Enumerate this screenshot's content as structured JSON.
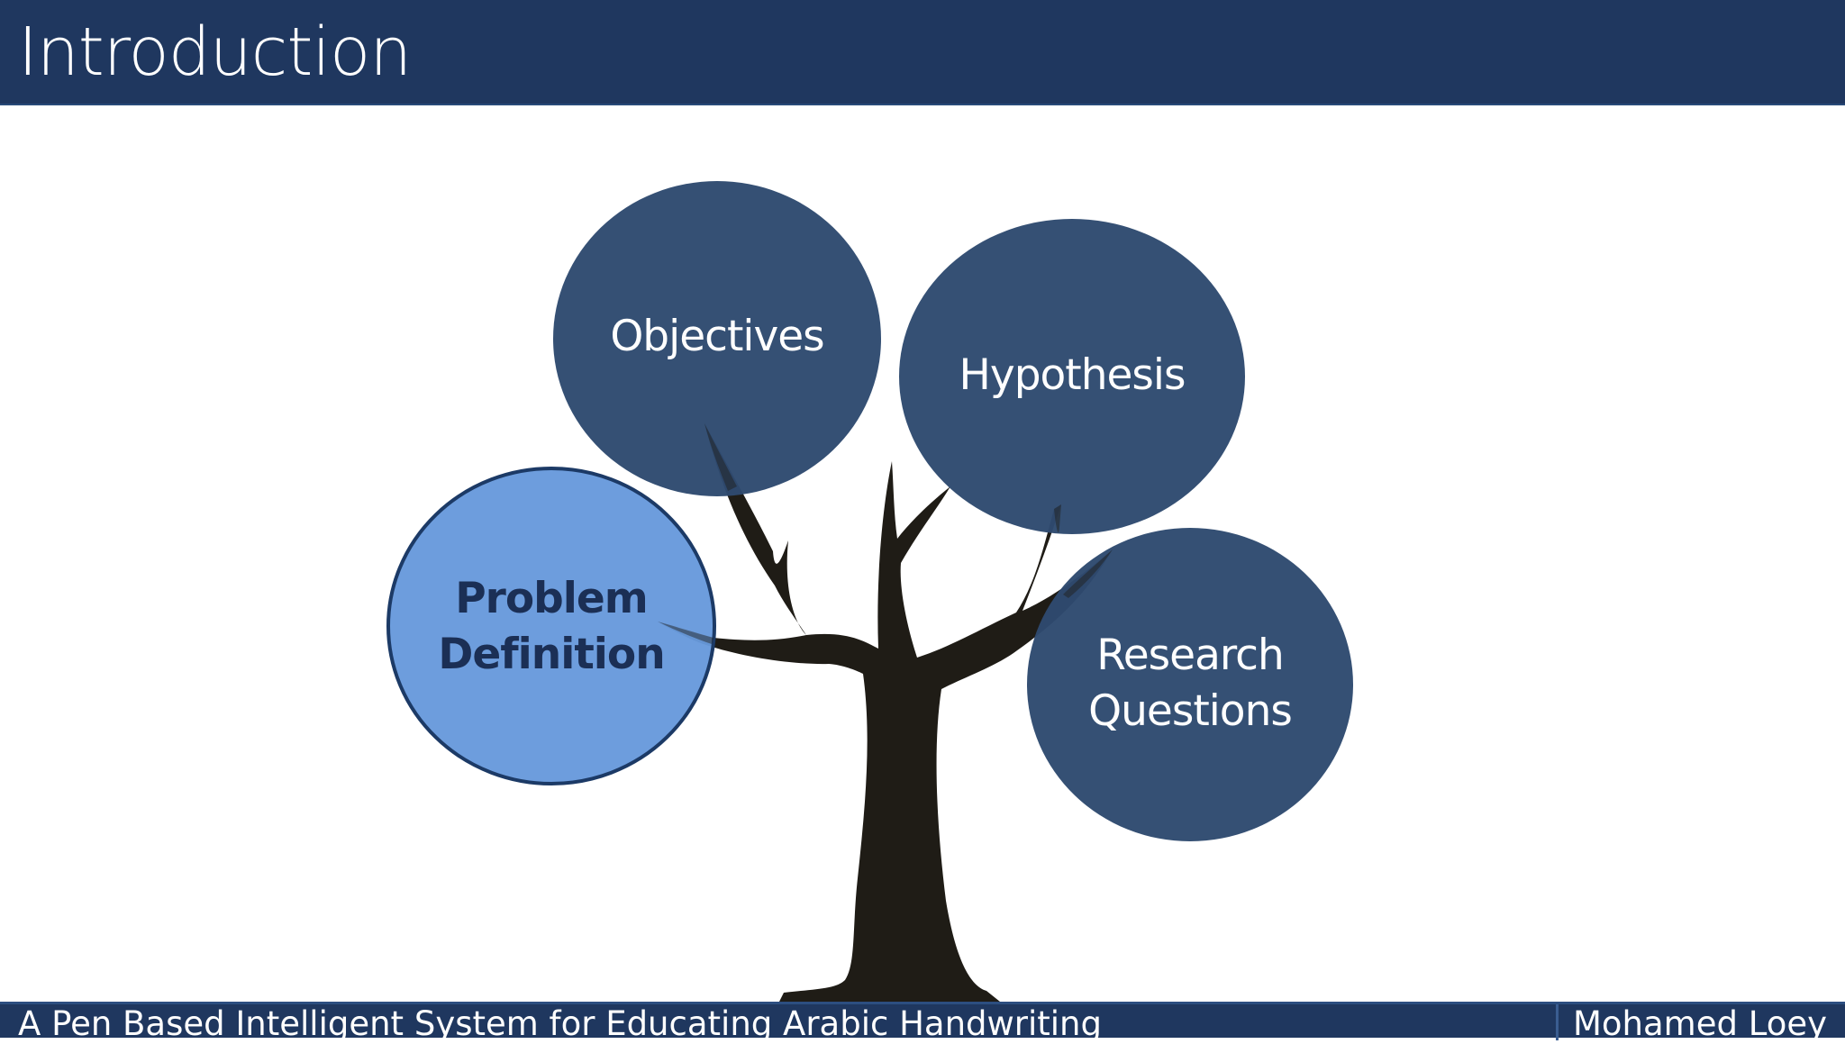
{
  "header": {
    "title": "Introduction"
  },
  "diagram": {
    "nodes": [
      {
        "id": "objectives",
        "label": "Objectives"
      },
      {
        "id": "hypothesis",
        "label": "Hypothesis"
      },
      {
        "id": "problem",
        "label_line1": "Problem",
        "label_line2": "Definition"
      },
      {
        "id": "research",
        "label_line1": "Research",
        "label_line2": "Questions"
      }
    ],
    "colors": {
      "dark_bubble": "#2e4a70",
      "highlight_bubble": "#6799dc",
      "highlight_border": "#1c3a66",
      "highlight_text": "#1b2f55",
      "trunk": "#1f1c16"
    }
  },
  "footer": {
    "presentation_title": "A Pen Based Intelligent System for Educating Arabic Handwriting",
    "author": "Mohamed Loey"
  }
}
